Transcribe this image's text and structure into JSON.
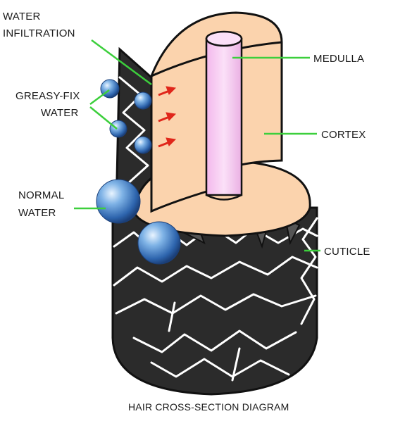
{
  "labels": {
    "water_infiltration_1": "WATER",
    "water_infiltration_2": "INFILTRATION",
    "greasy_fix_1": "GREASY-FIX",
    "greasy_fix_2": "WATER",
    "normal_water_1": "NORMAL",
    "normal_water_2": "WATER",
    "medulla": "MEDULLA",
    "cortex": "CORTEX",
    "cuticle": "CUTICLE"
  },
  "caption": "HAIR CROSS-SECTION DIAGRAM",
  "colors": {
    "cortex": "#fbd3ad",
    "medulla": "#f6c8f0",
    "cuticle": "#2b2b2b",
    "crack": "#ffffff",
    "leader": "#3ccf3c",
    "arrow": "#e0261a",
    "droplet": "#3f7fc9"
  }
}
